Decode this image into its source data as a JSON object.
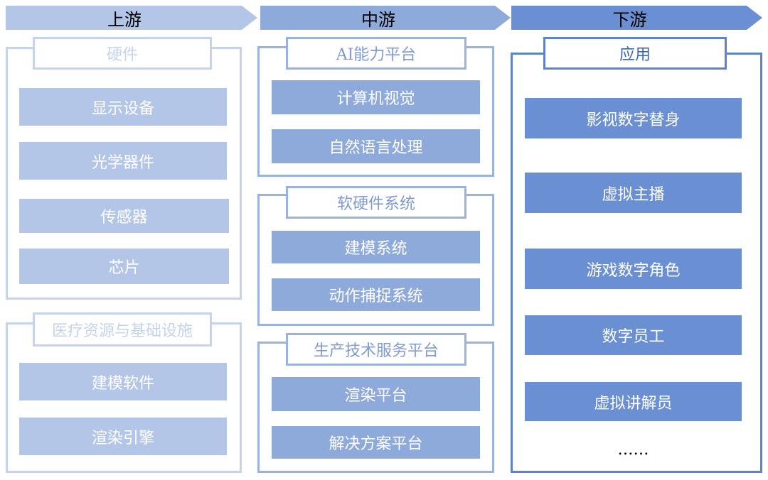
{
  "stages": {
    "upstream": "上游",
    "midstream": "中游",
    "downstream": "下游"
  },
  "upstream": {
    "hardware": {
      "title": "硬件",
      "items": [
        "显示设备",
        "光学器件",
        "传感器",
        "芯片"
      ]
    },
    "infrastructure": {
      "title": "医疗资源与基础设施",
      "items": [
        "建模软件",
        "渲染引擎"
      ]
    }
  },
  "midstream": {
    "ai_platform": {
      "title": "AI能力平台",
      "items": [
        "计算机视觉",
        "自然语言处理"
      ]
    },
    "software_hardware": {
      "title": "软硬件系统",
      "items": [
        "建模系统",
        "动作捕捉系统"
      ]
    },
    "production": {
      "title": "生产技术服务平台",
      "items": [
        "渲染平台",
        "解决方案平台"
      ]
    }
  },
  "downstream": {
    "application": {
      "title": "应用",
      "items": [
        "影视数字替身",
        "虚拟主播",
        "游戏数字角色",
        "数字员工",
        "虚拟讲解员"
      ],
      "more": "……"
    }
  },
  "colors": {
    "upstream": "#b4c6e7",
    "midstream": "#8eaadb",
    "downstream": "#6a8fd2"
  }
}
